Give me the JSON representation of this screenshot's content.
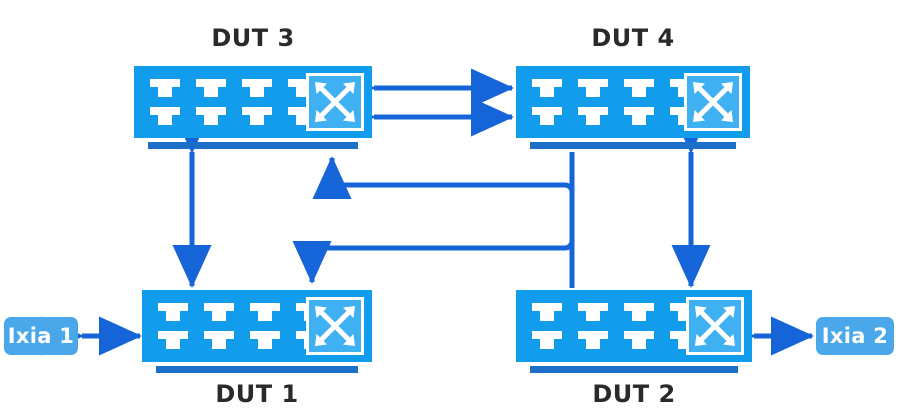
{
  "diagram": {
    "title": "DUT mesh topology with Ixia traffic generators",
    "colors": {
      "chassis": "#119cec",
      "switch_icon_fill": "#3fb0f2",
      "stand": "#1b6fc9",
      "link": "#1565d8",
      "ixia_box": "#4aa7ea",
      "label_text": "#2a2a2a",
      "background": "#ffffff"
    }
  },
  "devices": [
    {
      "id": "dut3",
      "label": "DUT 3",
      "label_position": "above",
      "port_count": 8,
      "icon": "crossbar-switch-icon"
    },
    {
      "id": "dut4",
      "label": "DUT 4",
      "label_position": "above",
      "port_count": 8,
      "icon": "crossbar-switch-icon"
    },
    {
      "id": "dut1",
      "label": "DUT 1",
      "label_position": "below",
      "port_count": 8,
      "icon": "crossbar-switch-icon"
    },
    {
      "id": "dut2",
      "label": "DUT 2",
      "label_position": "below",
      "port_count": 8,
      "icon": "crossbar-switch-icon"
    }
  ],
  "endpoints": [
    {
      "id": "ixia1",
      "label": "Ixia 1",
      "side": "left"
    },
    {
      "id": "ixia2",
      "label": "Ixia 2",
      "side": "right"
    }
  ],
  "links": [
    {
      "id": "ixia1-dut1",
      "from": "Ixia 1",
      "to": "DUT 1",
      "style": "bidirectional",
      "shape": "straight-horizontal"
    },
    {
      "id": "ixia2-dut2",
      "from": "Ixia 2",
      "to": "DUT 2",
      "style": "bidirectional",
      "shape": "straight-horizontal"
    },
    {
      "id": "dut3-dut4-a",
      "from": "DUT 3",
      "to": "DUT 4",
      "style": "bidirectional",
      "shape": "straight-horizontal"
    },
    {
      "id": "dut3-dut4-b",
      "from": "DUT 3",
      "to": "DUT 4",
      "style": "bidirectional",
      "shape": "straight-horizontal"
    },
    {
      "id": "dut3-dut1",
      "from": "DUT 3",
      "to": "DUT 1",
      "style": "bidirectional",
      "shape": "straight-vertical"
    },
    {
      "id": "dut4-dut2",
      "from": "DUT 4",
      "to": "DUT 2",
      "style": "bidirectional",
      "shape": "straight-vertical"
    },
    {
      "id": "dut2-dut3",
      "from": "DUT 2",
      "to": "DUT 3",
      "style": "unidirectional",
      "shape": "crossing-elbow"
    },
    {
      "id": "dut4-dut1",
      "from": "DUT 4",
      "to": "DUT 1",
      "style": "unidirectional",
      "shape": "crossing-elbow"
    }
  ]
}
